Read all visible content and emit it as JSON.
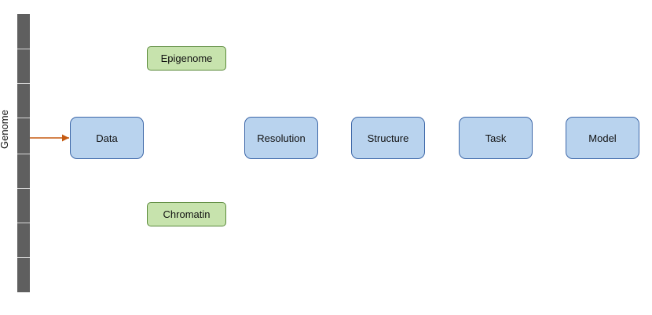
{
  "diagram": {
    "genome_label": "Genome",
    "nodes": {
      "data": "Data",
      "epigenome": "Epigenome",
      "chromatin": "Chromatin",
      "resolution": "Resolution",
      "structure": "Structure",
      "task": "Task",
      "model": "Model"
    },
    "colors": {
      "blue_fill": "#b9d3ee",
      "blue_border": "#3d67a8",
      "green_fill": "#c7e3ad",
      "green_border": "#5a8a3a",
      "genome_strip": "#5f5f5f",
      "arrow": "#c55a11"
    }
  }
}
